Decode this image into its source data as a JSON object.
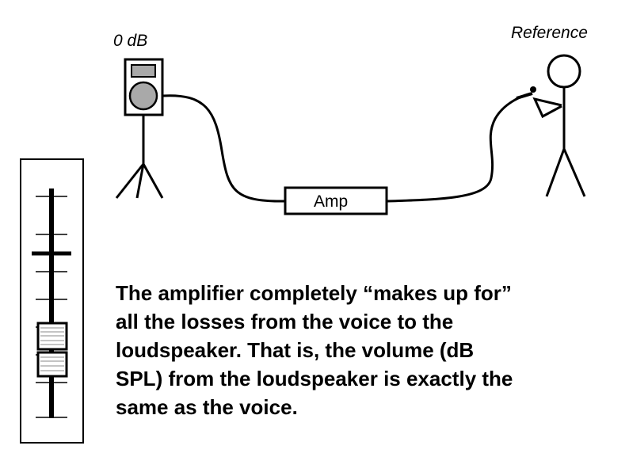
{
  "labels": {
    "speaker_level": "0 dB",
    "reference": "Reference",
    "amp": "Amp"
  },
  "caption": {
    "lines": [
      "The amplifier completely “makes up for”",
      "all the losses from the voice to the",
      "loudspeaker. That is, the volume (dB",
      "SPL) from the loudspeaker is exactly the",
      "same as the voice."
    ]
  },
  "colors": {
    "line": "#000000",
    "speaker_body": "#ffffff",
    "speaker_cone": "#a9a9a9",
    "speaker_tweeter": "#a9a9a9",
    "background": "#ffffff"
  },
  "icons": {
    "loudspeaker": "speaker-on-tripod-icon",
    "person": "stick-figure-with-microphone-icon",
    "fader": "mixer-fader-icon"
  }
}
